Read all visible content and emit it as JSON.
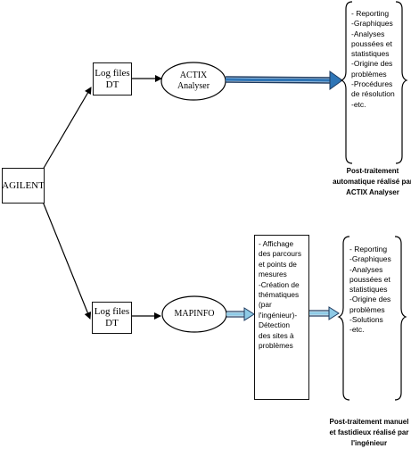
{
  "source": {
    "label": "AGILENT"
  },
  "top_branch": {
    "logfile_lines": [
      "Log files",
      "DT"
    ],
    "tool_lines": [
      "ACTIX",
      "Analyser"
    ],
    "outputs": [
      "- Reporting",
      "-Graphiques",
      "-Analyses",
      "poussées et",
      "statistiques",
      "-Origine des",
      "problèmes",
      "-Procédures",
      "de résolution",
      "-etc."
    ],
    "caption_lines": [
      "Post-traitement",
      "automatique réalisé par",
      "ACTIX Analyser"
    ]
  },
  "bottom_branch": {
    "logfile_lines": [
      "Log files",
      "DT"
    ],
    "tool_label": "MAPINFO",
    "manual_steps": [
      "- Affichage",
      "des parcours",
      "et points de",
      "mesures",
      "-Création de",
      "thématiques",
      "(par",
      "l'ingénieur)-",
      "Détection",
      "des sites à",
      "problèmes"
    ],
    "outputs": [
      "- Reporting",
      "-Graphiques",
      "-Analyses",
      "poussées et",
      "statistiques",
      "-Origine des",
      "problèmes",
      "-Solutions",
      "-etc."
    ],
    "caption_lines": [
      "Post-traitement manuel",
      "et fastidieux réalisé par",
      "l'ingénieur"
    ]
  }
}
